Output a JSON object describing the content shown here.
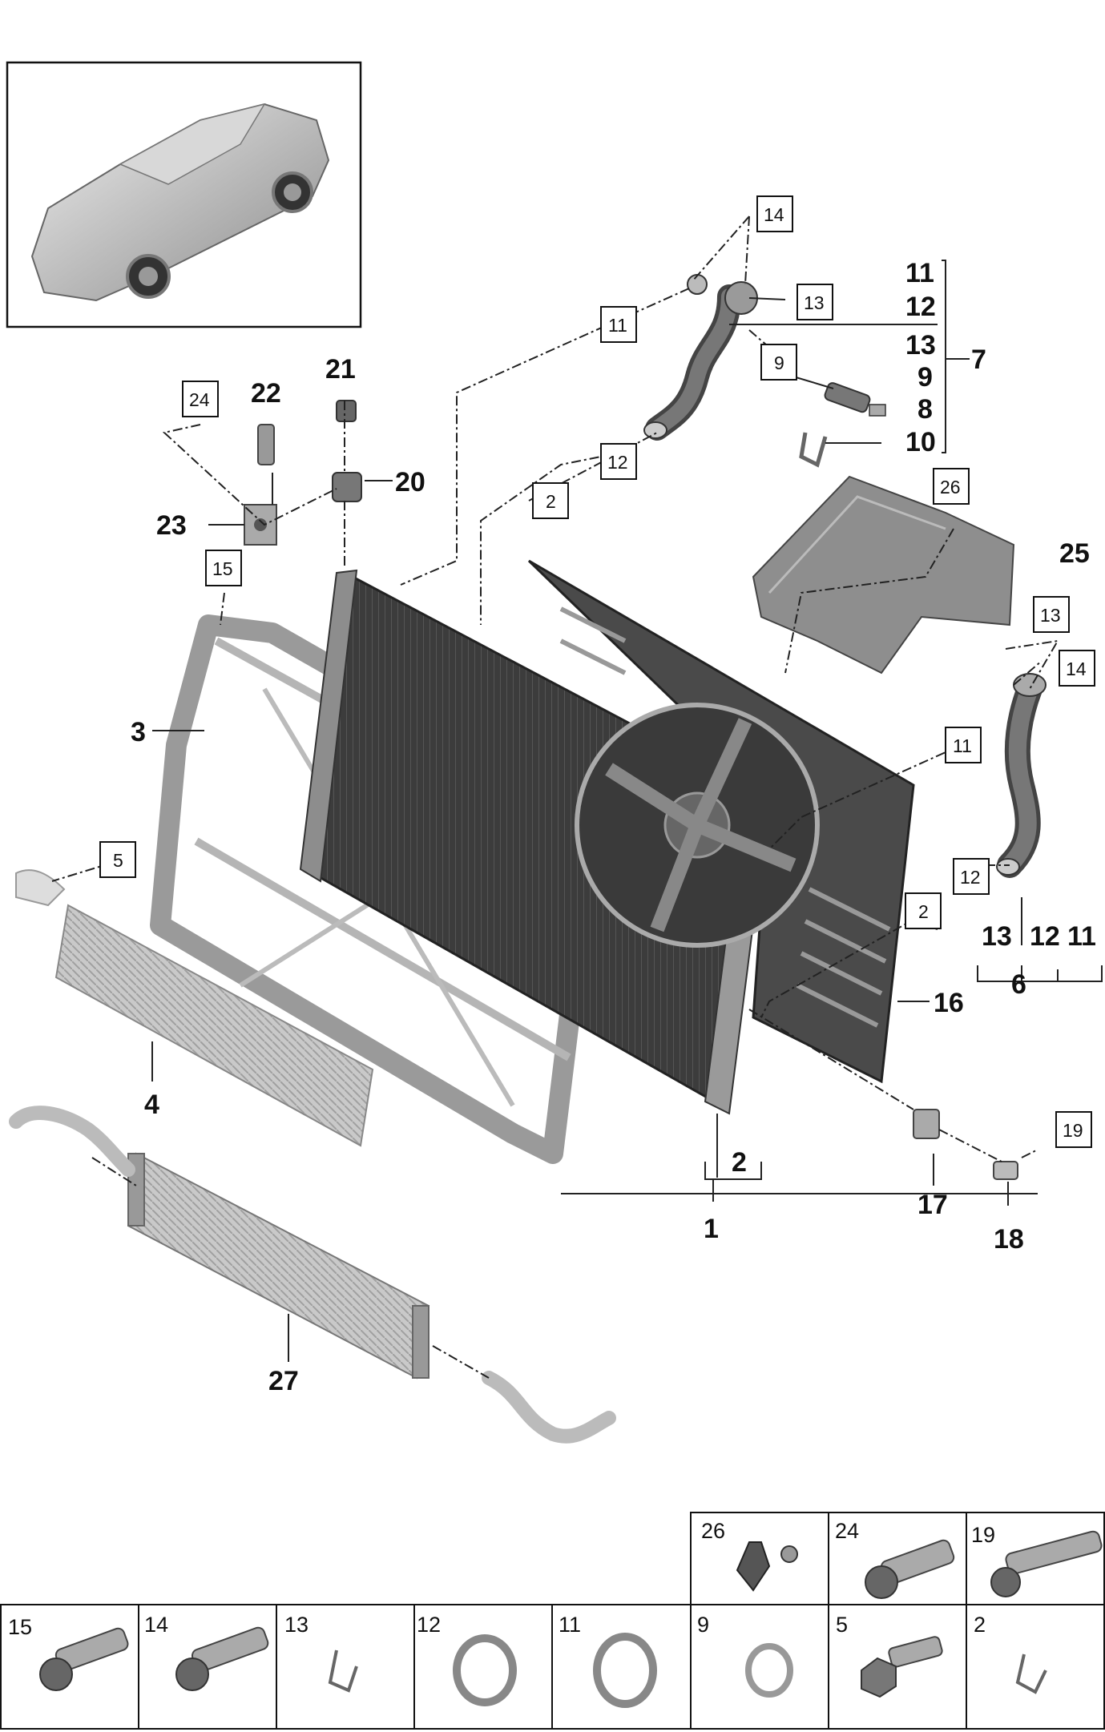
{
  "callouts": {
    "n1": "1",
    "n2": "2",
    "n3": "3",
    "n4": "4",
    "n6": "6",
    "n7": "7",
    "n8": "8",
    "n9": "9",
    "n10": "10",
    "n11": "11",
    "n12": "12",
    "n13": "13",
    "n16": "16",
    "n17": "17",
    "n18": "18",
    "n20": "20",
    "n21": "21",
    "n22": "22",
    "n23": "23",
    "n25": "25",
    "n27": "27"
  },
  "boxed_callouts": {
    "b2": "2",
    "b5": "5",
    "b9": "9",
    "b11": "11",
    "b12": "12",
    "b13": "13",
    "b14": "14",
    "b15": "15",
    "b19": "19",
    "b24": "24",
    "b26": "26"
  },
  "legend": {
    "top_row": [
      "26",
      "24",
      "19"
    ],
    "bottom_row": [
      "15",
      "14",
      "13",
      "12",
      "11",
      "9",
      "5",
      "2"
    ]
  },
  "colors": {
    "line": "#222222",
    "part_dark": "#3a3a3a",
    "part_mid": "#8c8c8c",
    "part_light": "#d6d6d6"
  },
  "icons": {
    "vehicle": "car-thumbnail-icon",
    "bolt": "bolt-icon",
    "ring": "seal-ring-icon",
    "clip": "clip-icon"
  }
}
